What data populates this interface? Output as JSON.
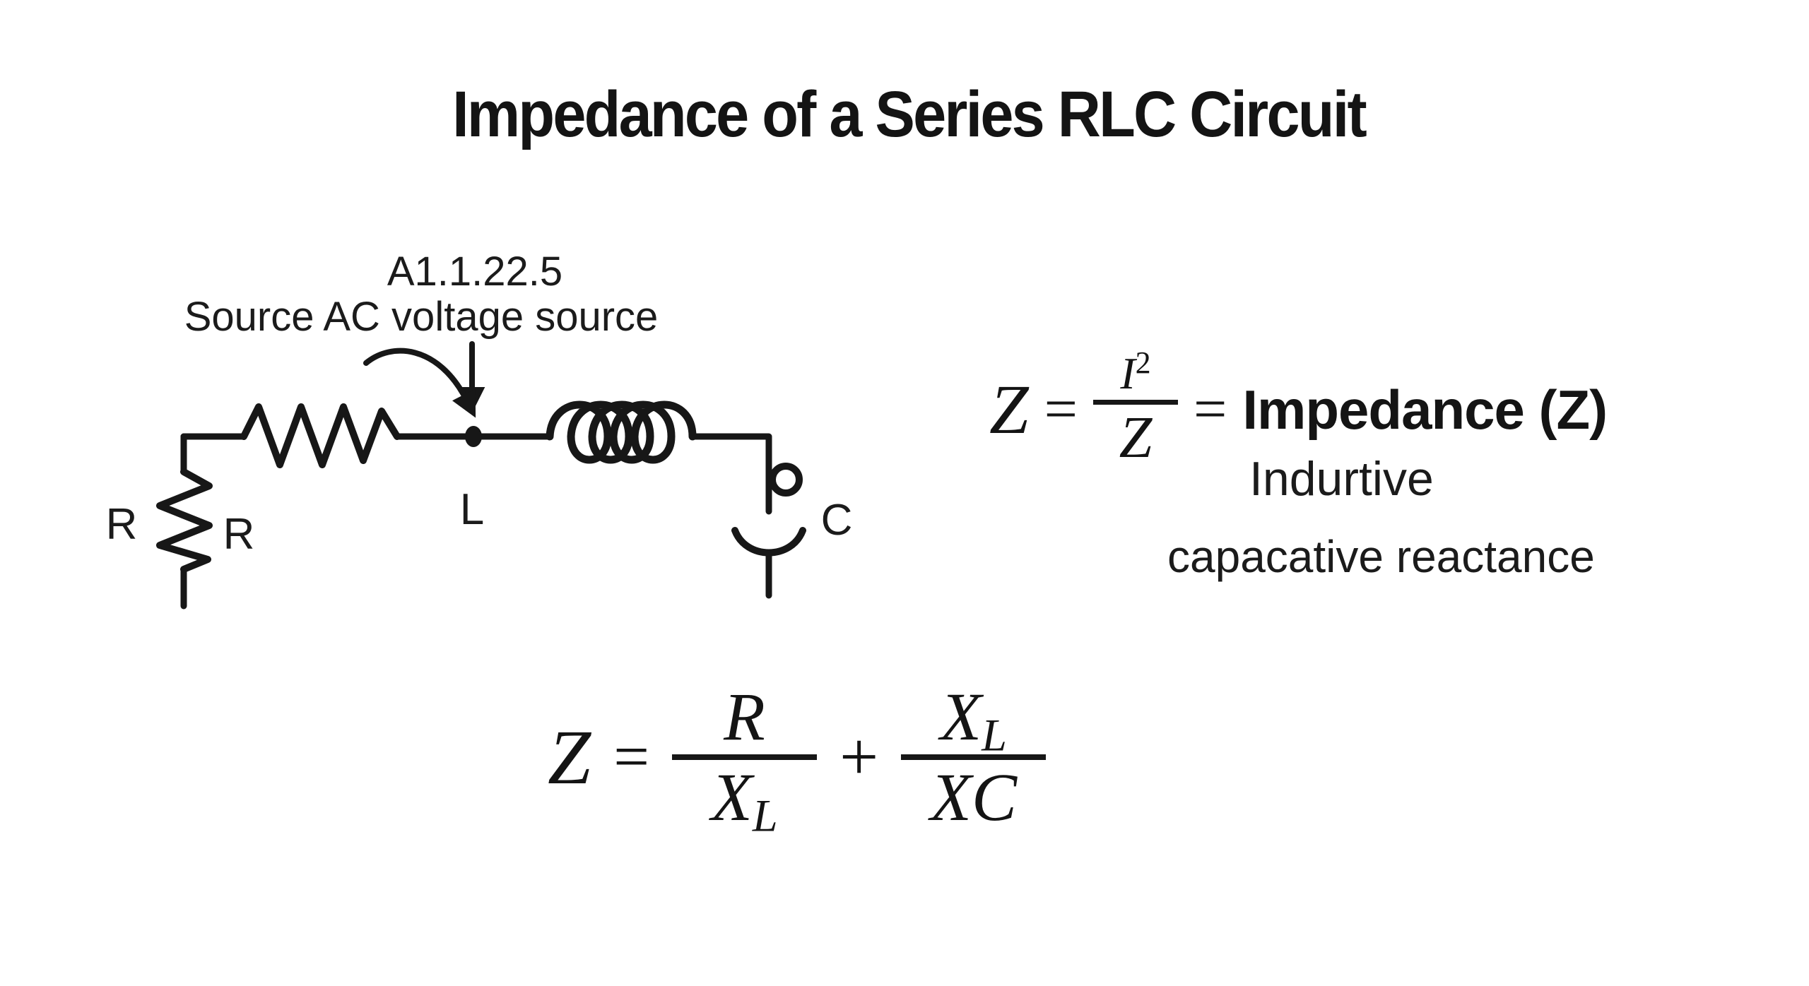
{
  "colors": {
    "background": "#ffffff",
    "ink": "#171717"
  },
  "title": "Impedance of a Series RLC Circuit",
  "circuit": {
    "annotation": {
      "code": "A1.1.22.5",
      "label": "Source AC voltage source"
    },
    "labels": {
      "resistor_outer": "R",
      "resistor_inner": "R",
      "inductor": "L",
      "capacitor": "C"
    }
  },
  "formulas": {
    "definition": {
      "lhs": "Z",
      "equals_1": "=",
      "numerator_base": "I",
      "numerator_exponent": "2",
      "denominator": "Z",
      "equals_2": "=",
      "result_label": "Impedance (Z)",
      "note_line1": "Indurtive",
      "note_line2": "capacative reactance"
    },
    "expansion": {
      "lhs": "Z",
      "equals": "=",
      "frac1_numerator": "R",
      "frac1_denominator_base": "X",
      "frac1_denominator_sub": "L",
      "operator": "+",
      "frac2_numerator_base": "X",
      "frac2_numerator_sub": "L",
      "frac2_denominator": "XC"
    }
  }
}
